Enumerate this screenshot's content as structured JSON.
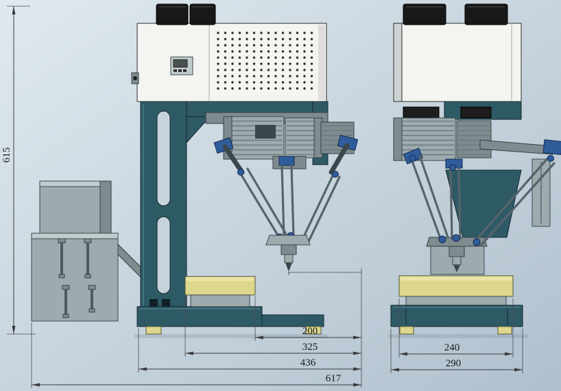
{
  "dimensions": {
    "height": {
      "value": "615"
    },
    "front": [
      {
        "value": "200"
      },
      {
        "value": "325"
      },
      {
        "value": "436"
      },
      {
        "value": "617"
      }
    ],
    "side": [
      {
        "value": "240"
      },
      {
        "value": "290"
      }
    ]
  },
  "colors": {
    "background_top": "#e0e9ef",
    "background_bottom": "#afc0cd",
    "frame_teal": "#2e5a66",
    "cabinet_white": "#f4f4f1",
    "metal_gray": "#9dabaf",
    "motor_black": "#181818",
    "platform_yellow": "#ddd78d",
    "joint_blue": "#2f5d9c",
    "dimension_line": "#3a3a3e"
  }
}
